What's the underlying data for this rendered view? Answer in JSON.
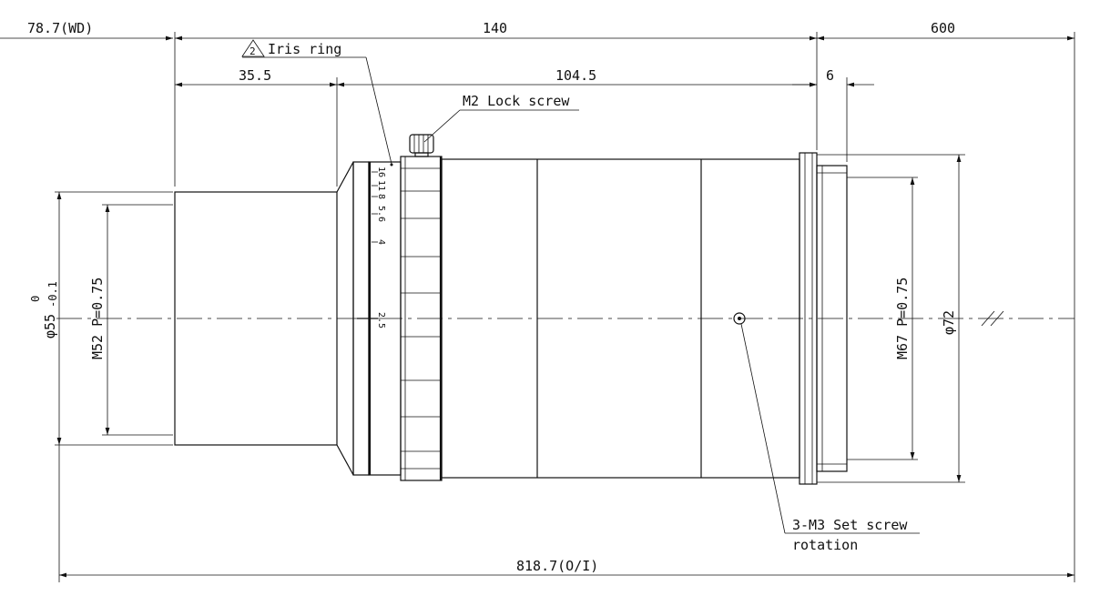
{
  "drawing": {
    "dimensions": {
      "wd": "78.7(WD)",
      "overall_length": "140",
      "front_length": "35.5",
      "body_length": "104.5",
      "flange": "6",
      "rear": "600",
      "total": "818.7(O/I)",
      "front_diameter": "φ55",
      "front_tol_upper": "0",
      "front_tol_lower": "-0.1",
      "front_thread": "M52 P=0.75",
      "rear_thread": "M67 P=0.75",
      "rear_diameter": "φ72"
    },
    "callouts": {
      "iris_ring_number": "2",
      "iris_ring": "Iris ring",
      "lock_screw": "M2 Lock screw",
      "set_screw": "3-M3 Set screw",
      "set_screw_note": "rotation"
    },
    "iris_scale": [
      "16",
      "11",
      "8",
      "5.6",
      "4",
      "2.5"
    ]
  }
}
